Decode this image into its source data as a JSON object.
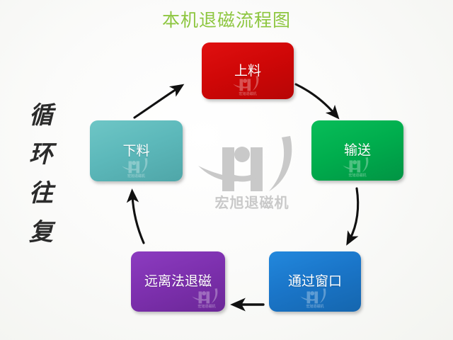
{
  "title": "本机退磁流程图",
  "colors": {
    "title_green": "#8dc63f",
    "background": "#f7f7f5",
    "arrow": "#111111",
    "watermark_gray": "#c9c9c9",
    "box_red": "#cf0707",
    "box_green": "#00ad4d",
    "box_blue": "#1a75c8",
    "box_purple": "#7d30ae",
    "box_teal": "#5cb8ba"
  },
  "vertical_text": {
    "chars": [
      "循",
      "环",
      "往",
      "复"
    ],
    "full": "循环往复"
  },
  "watermark": {
    "logo_name": "hongxu-demagnetizer-logo",
    "text": "宏旭退磁机"
  },
  "boxes": [
    {
      "id": "shangliao",
      "label": "上料",
      "color": "#cf0707",
      "step": 1
    },
    {
      "id": "shusong",
      "label": "输送",
      "color": "#00ad4d",
      "step": 2
    },
    {
      "id": "chuangkou",
      "label": "通过窗口",
      "color": "#1a75c8",
      "step": 3
    },
    {
      "id": "tuici",
      "label": "远离法退磁",
      "color": "#7d30ae",
      "step": 4
    },
    {
      "id": "xialiao",
      "label": "下料",
      "color": "#5cb8ba",
      "step": 5
    }
  ],
  "arrows": [
    {
      "id": "arrow-shangliao-to-shusong",
      "from": "上料",
      "to": "输送",
      "direction": "down-right"
    },
    {
      "id": "arrow-shusong-to-chuangkou",
      "from": "输送",
      "to": "通过窗口",
      "direction": "down"
    },
    {
      "id": "arrow-chuangkou-to-tuici",
      "from": "通过窗口",
      "to": "远离法退磁",
      "direction": "left"
    },
    {
      "id": "arrow-tuici-to-xialiao",
      "from": "远离法退磁",
      "to": "下料",
      "direction": "up"
    },
    {
      "id": "arrow-xialiao-to-shangliao",
      "from": "下料",
      "to": "上料",
      "direction": "up-right"
    }
  ]
}
